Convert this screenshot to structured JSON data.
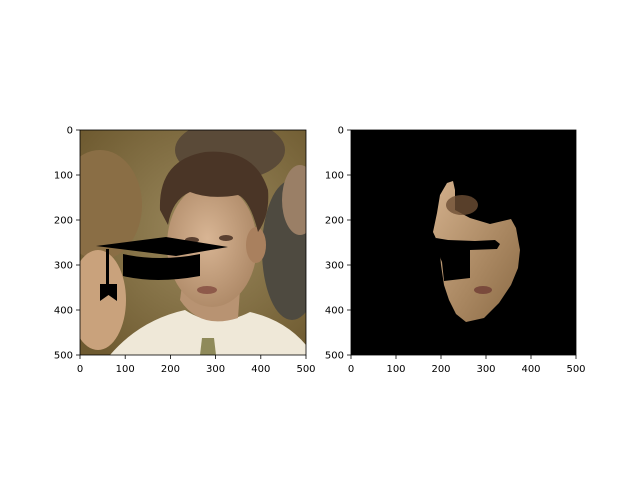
{
  "figure": {
    "background": "#ffffff",
    "panels": [
      {
        "name": "original-photo-with-cap",
        "content": "photograph of a young man with dark hair, white shirt and tie, overlaid with a black graduation cap icon",
        "overlay_icon": "graduation-cap-icon",
        "x_ticks": [
          "0",
          "100",
          "200",
          "300",
          "400",
          "500"
        ],
        "y_ticks": [
          "0",
          "100",
          "200",
          "300",
          "400",
          "500"
        ]
      },
      {
        "name": "segmented-face-mask",
        "content": "face region cut out on a black background, with a black cap-shaped hole across the cheek",
        "x_ticks": [
          "0",
          "100",
          "200",
          "300",
          "400",
          "500"
        ],
        "y_ticks": [
          "0",
          "100",
          "200",
          "300",
          "400",
          "500"
        ]
      }
    ],
    "colors": {
      "mask_background": "#000000",
      "skin": "#b08b63",
      "cap": "#000000",
      "axis": "#000000"
    }
  }
}
